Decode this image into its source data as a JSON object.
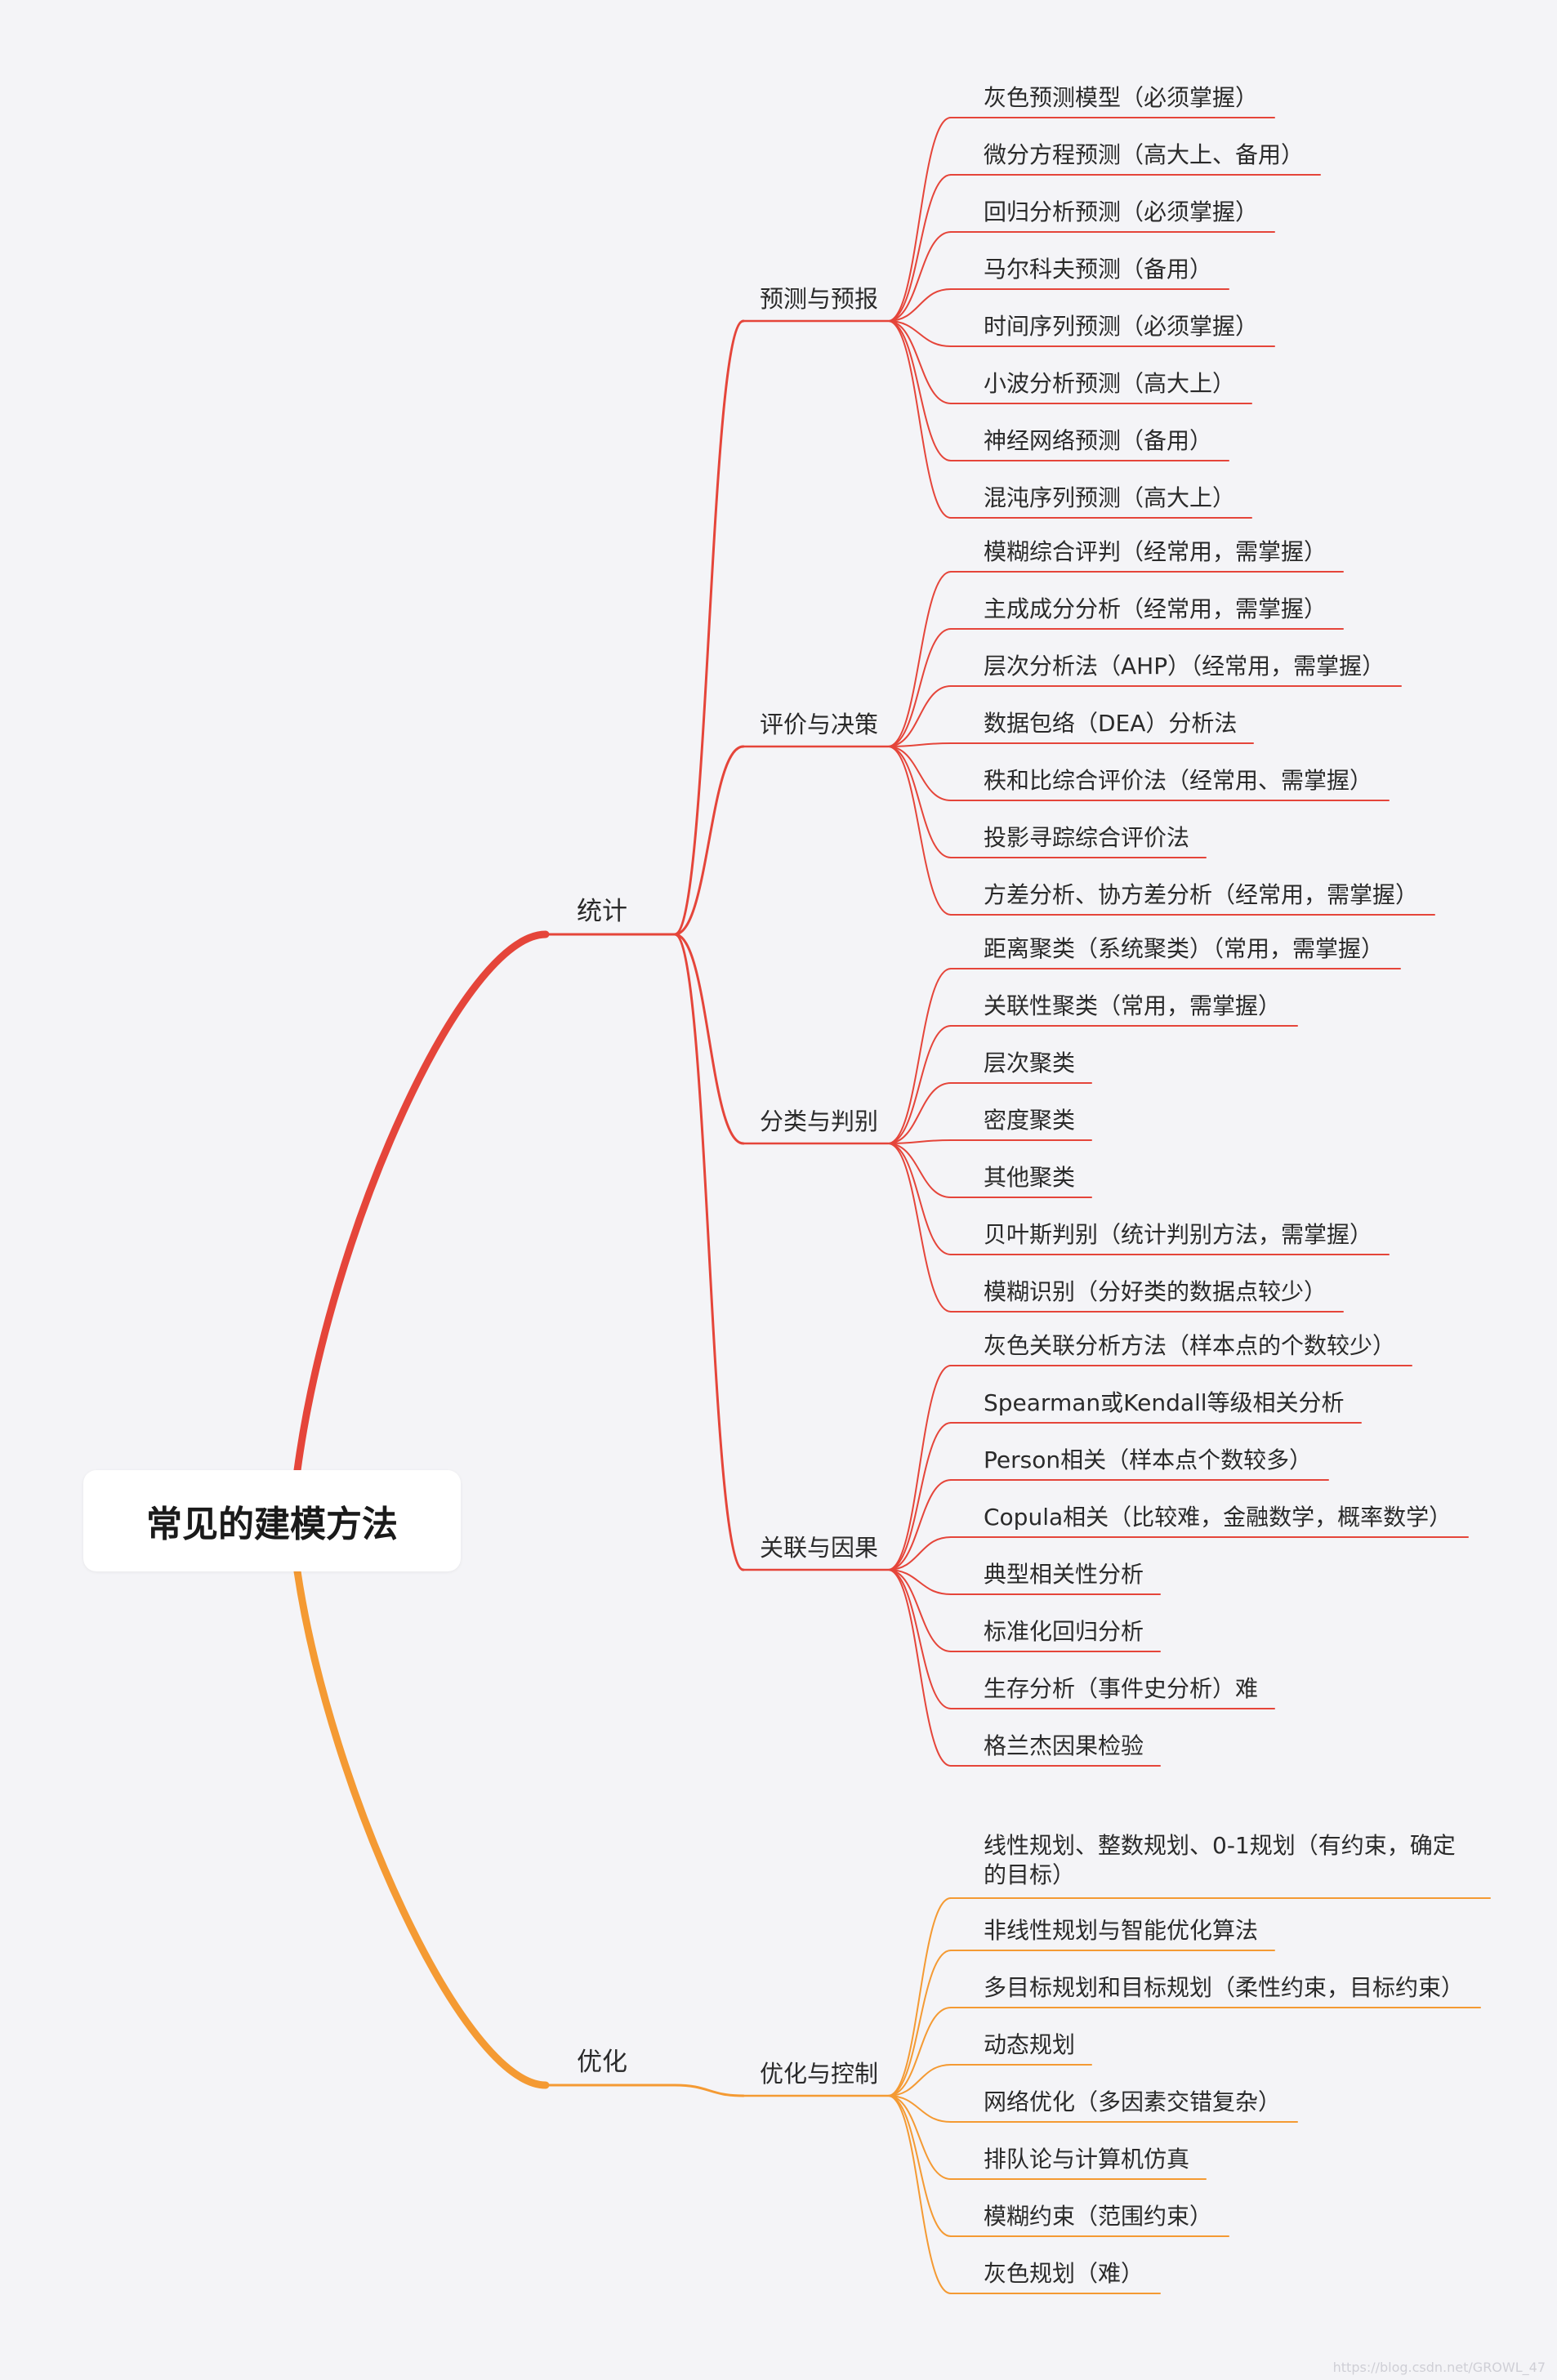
{
  "root": {
    "title": "常见的建模方法"
  },
  "colors": {
    "statistics": "#e5453a",
    "optimization": "#f49a33"
  },
  "branches": [
    {
      "label": "统计",
      "color": "#e5453a",
      "groups": [
        {
          "label": "预测与预报",
          "items": [
            "灰色预测模型（必须掌握）",
            "微分方程预测（高大上、备用）",
            "回归分析预测（必须掌握）",
            "马尔科夫预测（备用）",
            "时间序列预测（必须掌握）",
            "小波分析预测（高大上）",
            "神经网络预测（备用）",
            "混沌序列预测（高大上）"
          ]
        },
        {
          "label": "评价与决策",
          "items": [
            "模糊综合评判（经常用，需掌握）",
            "主成成分分析（经常用，需掌握）",
            "层次分析法（AHP）（经常用，需掌握）",
            "数据包络（DEA）分析法",
            "秩和比综合评价法（经常用、需掌握）",
            "投影寻踪综合评价法",
            "方差分析、协方差分析（经常用，需掌握）"
          ]
        },
        {
          "label": "分类与判别",
          "items": [
            "距离聚类（系统聚类）（常用，需掌握）",
            "关联性聚类（常用，需掌握）",
            "层次聚类",
            "密度聚类",
            "其他聚类",
            "贝叶斯判别（统计判别方法，需掌握）",
            "模糊识别（分好类的数据点较少）"
          ]
        },
        {
          "label": "关联与因果",
          "items": [
            "灰色关联分析方法（样本点的个数较少）",
            "Spearman或Kendall等级相关分析",
            "Person相关（样本点个数较多）",
            "Copula相关（比较难，金融数学，概率数学）",
            "典型相关性分析",
            "标准化回归分析",
            "生存分析（事件史分析）难",
            "格兰杰因果检验"
          ]
        }
      ]
    },
    {
      "label": "优化",
      "color": "#f49a33",
      "groups": [
        {
          "label": "优化与控制",
          "items": [
            "线性规划、整数规划、0-1规划（有约束，确定的目标）",
            "非线性规划与智能优化算法",
            "多目标规划和目标规划（柔性约束，目标约束）",
            "动态规划",
            "网络优化（多因素交错复杂）",
            "排队论与计算机仿真",
            "模糊约束（范围约束）",
            "灰色规划（难）"
          ]
        }
      ]
    }
  ],
  "watermark": "https://blog.csdn.net/GROWL_47"
}
